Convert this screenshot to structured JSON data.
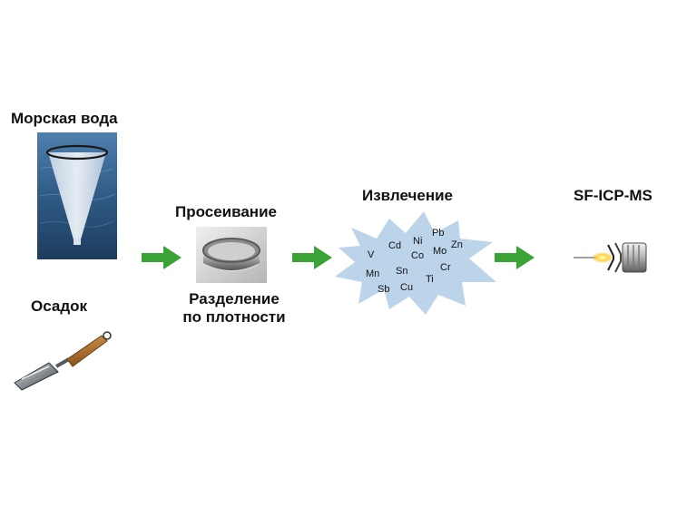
{
  "labels": {
    "seawater": "Морская вода",
    "sediment": "Осадок",
    "sieving": "Просеивание",
    "density_separation_line1": "Разделение",
    "density_separation_line2": "по плотности",
    "extraction": "Извлечение",
    "instrument": "SF-ICP-MS"
  },
  "elements": [
    "V",
    "Cd",
    "Ni",
    "Pb",
    "Co",
    "Mo",
    "Zn",
    "Cr",
    "Mn",
    "Sn",
    "Sb",
    "Cu",
    "Ti"
  ],
  "colors": {
    "arrow": "#3aa335",
    "burst": "#bcd4ea",
    "water": "#2f5b86",
    "handle": "#a86c2c"
  },
  "icons": {
    "plankton_net": "plankton-net-photo",
    "trowel": "trowel-photo",
    "sieve": "sieve-photo",
    "spectrometer": "icp-ms-cone-icon"
  }
}
